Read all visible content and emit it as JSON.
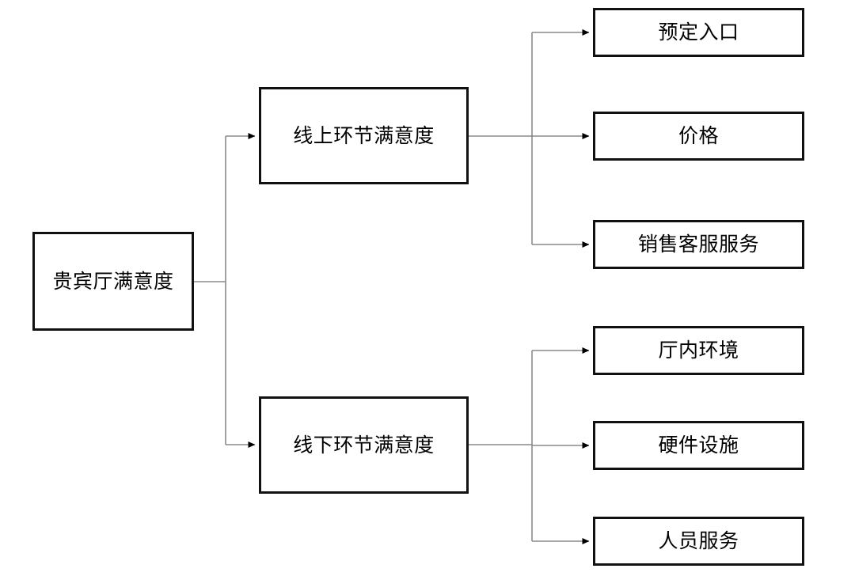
{
  "diagram": {
    "type": "tree-hierarchy",
    "orientation": "left-to-right",
    "background_color": "#ffffff",
    "box_border_color": "#111111",
    "connector_color": "#8a8a8a",
    "arrowhead_color": "#000000",
    "text_color": "#000000",
    "root": {
      "label": "贵宾厅满意度"
    },
    "branches": [
      {
        "label": "线上环节满意度",
        "children": [
          {
            "label": "预定入口"
          },
          {
            "label": "价格"
          },
          {
            "label": "销售客服服务"
          }
        ]
      },
      {
        "label": "线下环节满意度",
        "children": [
          {
            "label": "厅内环境"
          },
          {
            "label": "硬件设施"
          },
          {
            "label": "人员服务"
          }
        ]
      }
    ]
  }
}
